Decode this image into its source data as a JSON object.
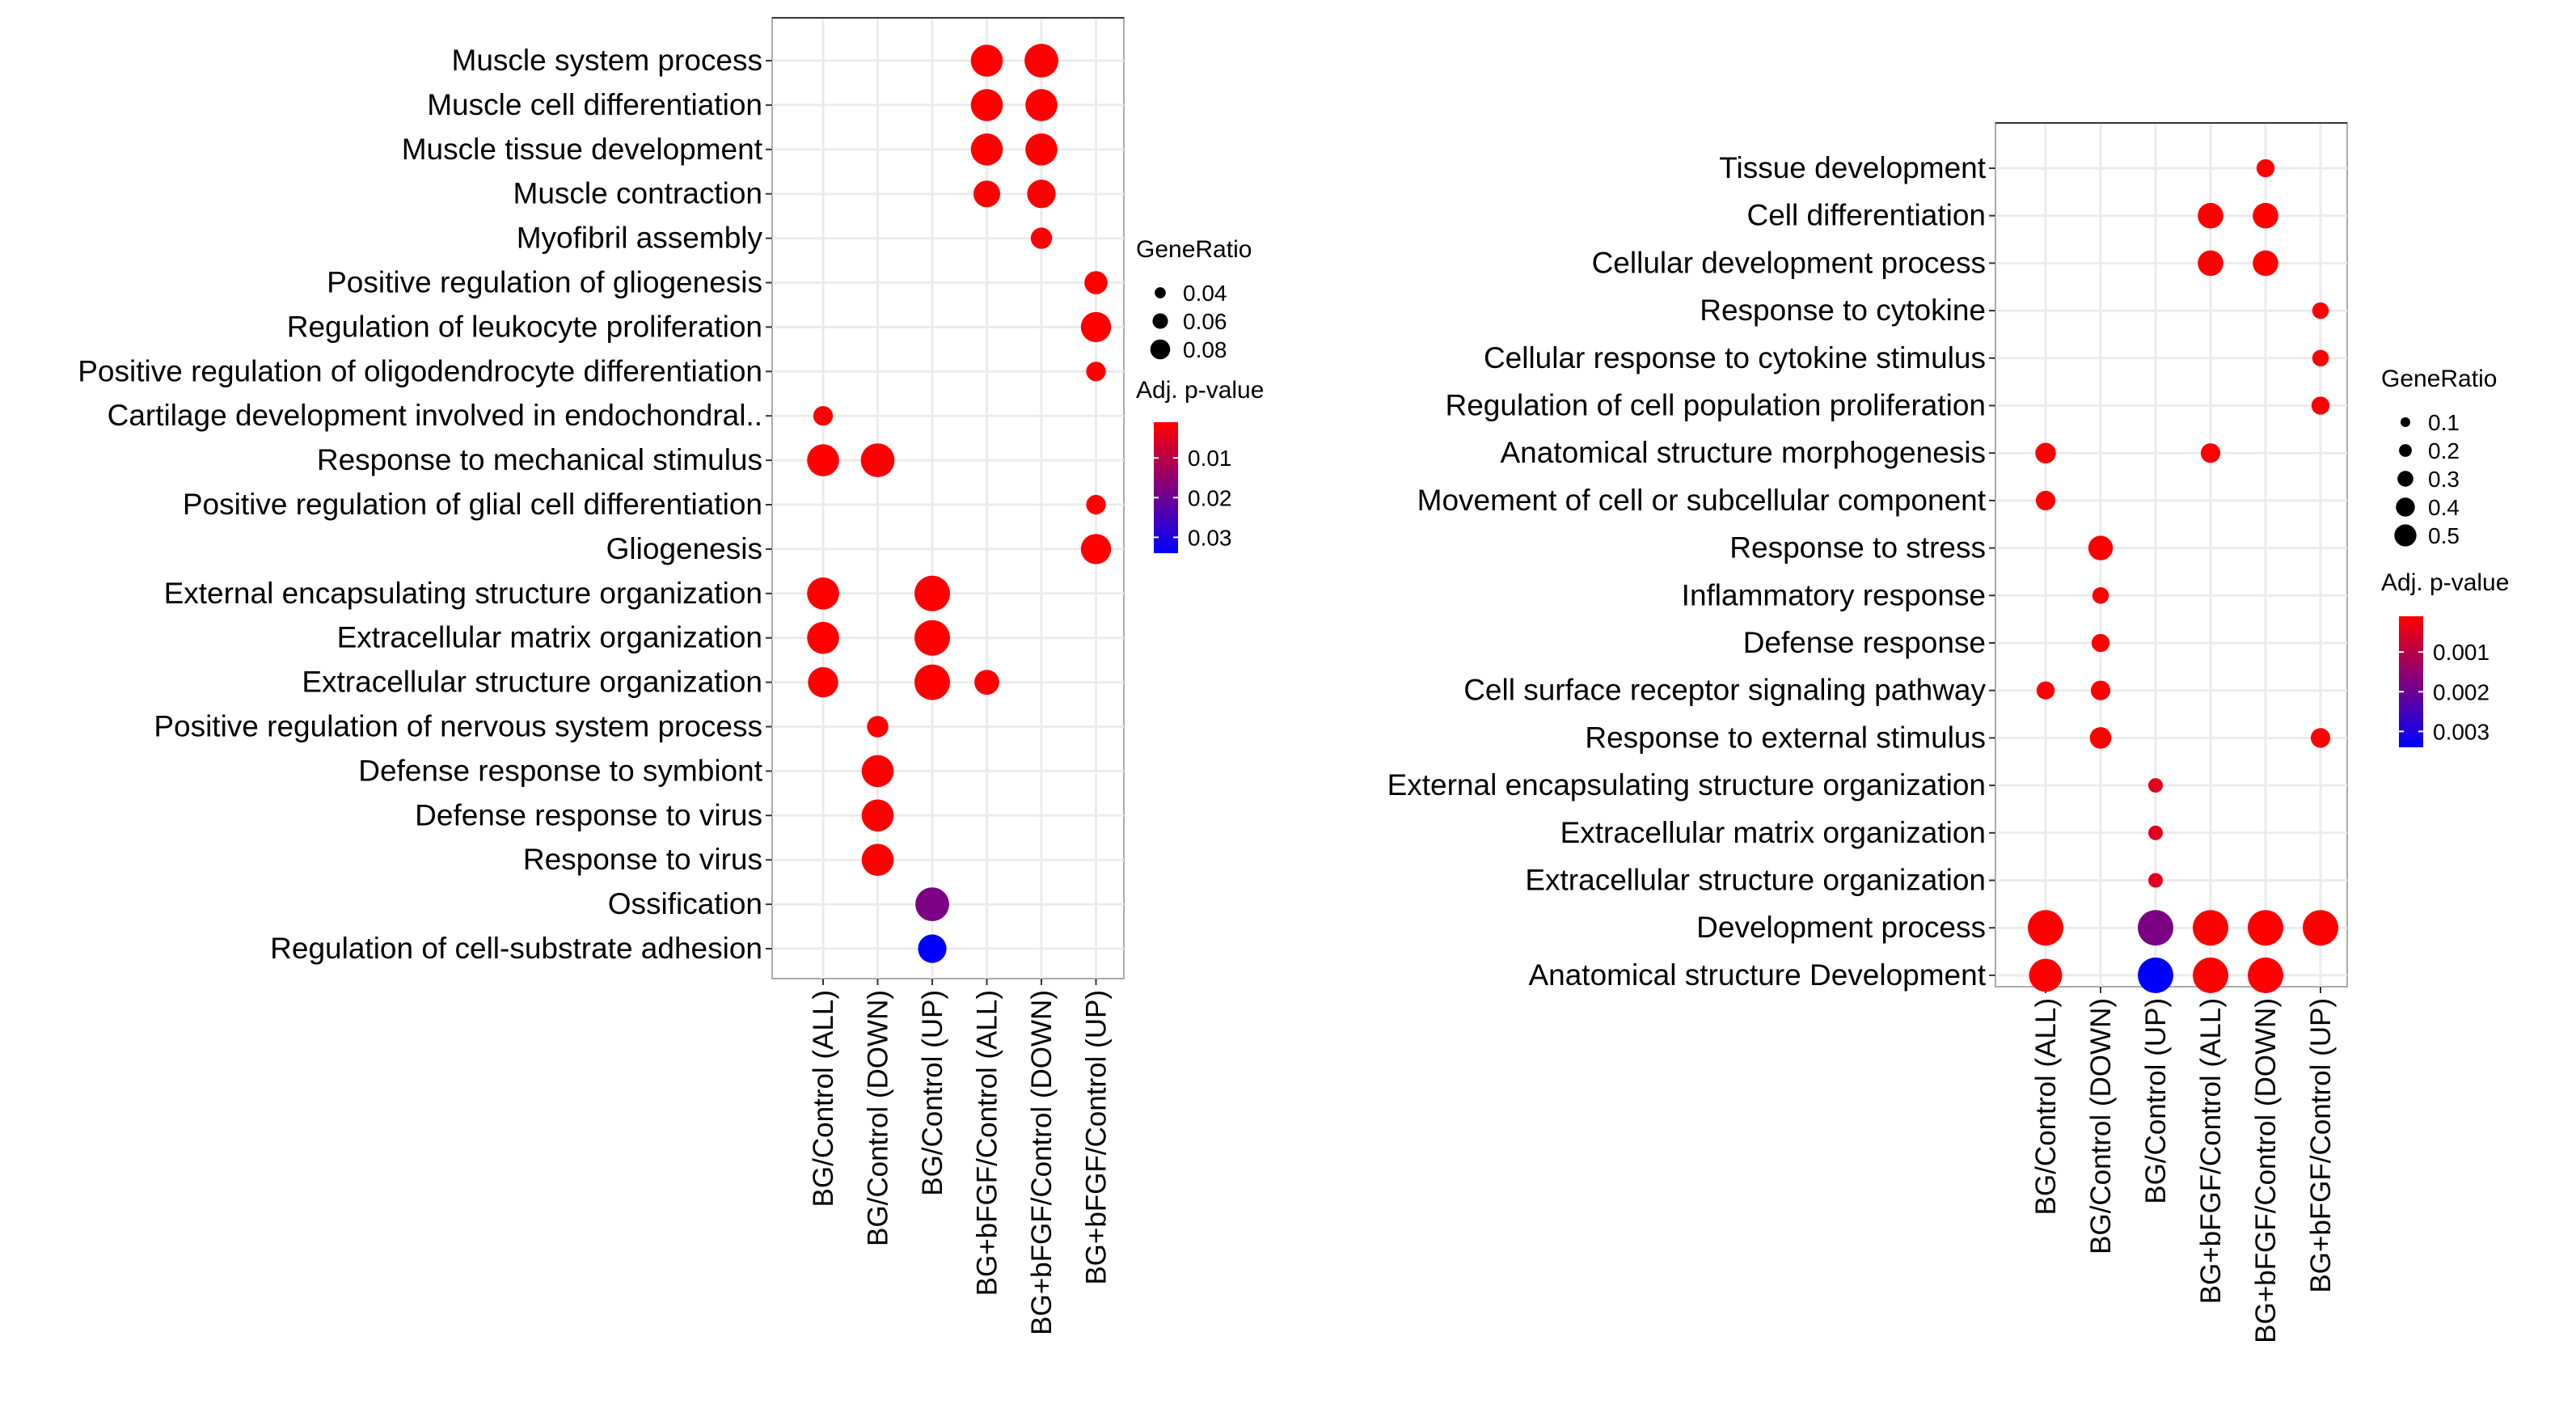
{
  "colors": {
    "low_p": "#ff0000",
    "high_p": "#0000ff",
    "panel_bg": "#ffffff",
    "grid": "#ebebeb",
    "axis": "#333333"
  },
  "chart_data": [
    {
      "type": "scatter",
      "subtype": "dotplot",
      "x": [
        "BG/Control (ALL)",
        "BG/Control (DOWN)",
        "BG/Control (UP)",
        "BG+bFGF/Control (ALL)",
        "BG+bFGF/Control (DOWN)",
        "BG+bFGF/Control (UP)"
      ],
      "y": [
        "Muscle system process",
        "Muscle cell differentiation",
        "Muscle tissue development",
        "Muscle  contraction",
        "Myofibril assembly",
        "Positive regulation of gliogenesis",
        "Regulation of leukocyte proliferation",
        "Positive regulation of oligodendrocyte differentiation",
        "Cartilage development involved in endochondral..",
        "Response to mechanical stimulus",
        "Positive regulation of glial cell differentiation",
        "Gliogenesis",
        "External encapsulating structure organization",
        "Extracellular matrix organization",
        "Extracellular structure organization",
        "Positive regulation of nervous system process",
        "Defense response to symbiont",
        "Defense response to virus",
        "Response to virus",
        "Ossification",
        "Regulation of cell-substrate adhesion"
      ],
      "points": [
        {
          "x": 3,
          "y": 0,
          "gene_ratio": 0.08,
          "p_adj": 0.001
        },
        {
          "x": 4,
          "y": 0,
          "gene_ratio": 0.085,
          "p_adj": 0.001
        },
        {
          "x": 3,
          "y": 1,
          "gene_ratio": 0.08,
          "p_adj": 0.001
        },
        {
          "x": 4,
          "y": 1,
          "gene_ratio": 0.08,
          "p_adj": 0.001
        },
        {
          "x": 3,
          "y": 2,
          "gene_ratio": 0.08,
          "p_adj": 0.001
        },
        {
          "x": 4,
          "y": 2,
          "gene_ratio": 0.08,
          "p_adj": 0.001
        },
        {
          "x": 3,
          "y": 3,
          "gene_ratio": 0.065,
          "p_adj": 0.001
        },
        {
          "x": 4,
          "y": 3,
          "gene_ratio": 0.07,
          "p_adj": 0.001
        },
        {
          "x": 4,
          "y": 4,
          "gene_ratio": 0.05,
          "p_adj": 0.001
        },
        {
          "x": 5,
          "y": 5,
          "gene_ratio": 0.055,
          "p_adj": 0.001
        },
        {
          "x": 5,
          "y": 6,
          "gene_ratio": 0.075,
          "p_adj": 0.001
        },
        {
          "x": 5,
          "y": 7,
          "gene_ratio": 0.045,
          "p_adj": 0.001
        },
        {
          "x": 0,
          "y": 8,
          "gene_ratio": 0.045,
          "p_adj": 0.001
        },
        {
          "x": 0,
          "y": 9,
          "gene_ratio": 0.08,
          "p_adj": 0.001
        },
        {
          "x": 1,
          "y": 9,
          "gene_ratio": 0.085,
          "p_adj": 0.001
        },
        {
          "x": 5,
          "y": 10,
          "gene_ratio": 0.045,
          "p_adj": 0.001
        },
        {
          "x": 5,
          "y": 11,
          "gene_ratio": 0.075,
          "p_adj": 0.001
        },
        {
          "x": 0,
          "y": 12,
          "gene_ratio": 0.08,
          "p_adj": 0.001
        },
        {
          "x": 2,
          "y": 12,
          "gene_ratio": 0.09,
          "p_adj": 0.001
        },
        {
          "x": 0,
          "y": 13,
          "gene_ratio": 0.08,
          "p_adj": 0.001
        },
        {
          "x": 2,
          "y": 13,
          "gene_ratio": 0.09,
          "p_adj": 0.001
        },
        {
          "x": 0,
          "y": 14,
          "gene_ratio": 0.075,
          "p_adj": 0.001
        },
        {
          "x": 2,
          "y": 14,
          "gene_ratio": 0.09,
          "p_adj": 0.001
        },
        {
          "x": 3,
          "y": 14,
          "gene_ratio": 0.06,
          "p_adj": 0.001
        },
        {
          "x": 1,
          "y": 15,
          "gene_ratio": 0.05,
          "p_adj": 0.001
        },
        {
          "x": 1,
          "y": 16,
          "gene_ratio": 0.08,
          "p_adj": 0.001
        },
        {
          "x": 1,
          "y": 17,
          "gene_ratio": 0.08,
          "p_adj": 0.001
        },
        {
          "x": 1,
          "y": 18,
          "gene_ratio": 0.08,
          "p_adj": 0.001
        },
        {
          "x": 2,
          "y": 19,
          "gene_ratio": 0.085,
          "p_adj": 0.018
        },
        {
          "x": 2,
          "y": 20,
          "gene_ratio": 0.07,
          "p_adj": 0.034
        }
      ],
      "legend": {
        "size_title": "GeneRatio",
        "size_breaks": [
          "0.04",
          "0.06",
          "0.08"
        ],
        "size_values": [
          0.04,
          0.06,
          0.08
        ],
        "color_title": "Adj. p-value",
        "color_breaks": [
          "0.01",
          "0.02",
          "0.03"
        ],
        "color_values": [
          0.01,
          0.02,
          0.03
        ],
        "color_range": [
          0.001,
          0.034
        ],
        "placement": "right"
      },
      "grid": true
    },
    {
      "type": "scatter",
      "subtype": "dotplot",
      "x": [
        "BG/Control (ALL)",
        "BG/Control (DOWN)",
        "BG/Control (UP)",
        "BG+bFGF/Control (ALL)",
        "BG+bFGF/Control (DOWN)",
        "BG+bFGF/Control (UP)"
      ],
      "y": [
        "Tissue development",
        "Cell differentiation",
        "Cellular development process",
        "Response to cytokine",
        "Cellular response to cytokine stimulus",
        "Regulation of cell population proliferation",
        "Anatomical structure morphogenesis",
        "Movement of cell or subcellular component",
        "Response to stress",
        "Inflammatory response",
        "Defense response",
        "Cell surface receptor signaling pathway",
        "Response to external stimulus",
        "External encapsulating structure organization",
        "Extracellular matrix organization",
        "Extracellular structure organization",
        "Development process",
        "Anatomical structure Development"
      ],
      "points": [
        {
          "x": 4,
          "y": 0,
          "gene_ratio": 0.15,
          "p_adj": 0.0001
        },
        {
          "x": 3,
          "y": 1,
          "gene_ratio": 0.3,
          "p_adj": 0.0001
        },
        {
          "x": 4,
          "y": 1,
          "gene_ratio": 0.3,
          "p_adj": 0.0001
        },
        {
          "x": 3,
          "y": 2,
          "gene_ratio": 0.3,
          "p_adj": 0.0001
        },
        {
          "x": 4,
          "y": 2,
          "gene_ratio": 0.3,
          "p_adj": 0.0001
        },
        {
          "x": 5,
          "y": 3,
          "gene_ratio": 0.12,
          "p_adj": 0.0001
        },
        {
          "x": 5,
          "y": 4,
          "gene_ratio": 0.12,
          "p_adj": 0.0001
        },
        {
          "x": 5,
          "y": 5,
          "gene_ratio": 0.15,
          "p_adj": 0.0001
        },
        {
          "x": 0,
          "y": 6,
          "gene_ratio": 0.2,
          "p_adj": 0.0001
        },
        {
          "x": 3,
          "y": 6,
          "gene_ratio": 0.18,
          "p_adj": 0.0001
        },
        {
          "x": 0,
          "y": 7,
          "gene_ratio": 0.18,
          "p_adj": 0.0001
        },
        {
          "x": 1,
          "y": 8,
          "gene_ratio": 0.28,
          "p_adj": 0.0001
        },
        {
          "x": 1,
          "y": 9,
          "gene_ratio": 0.12,
          "p_adj": 0.0001
        },
        {
          "x": 1,
          "y": 10,
          "gene_ratio": 0.15,
          "p_adj": 0.0001
        },
        {
          "x": 0,
          "y": 11,
          "gene_ratio": 0.15,
          "p_adj": 0.0001
        },
        {
          "x": 1,
          "y": 11,
          "gene_ratio": 0.18,
          "p_adj": 0.0001
        },
        {
          "x": 1,
          "y": 12,
          "gene_ratio": 0.22,
          "p_adj": 0.0001
        },
        {
          "x": 5,
          "y": 12,
          "gene_ratio": 0.18,
          "p_adj": 0.0001
        },
        {
          "x": 2,
          "y": 13,
          "gene_ratio": 0.08,
          "p_adj": 0.0005
        },
        {
          "x": 2,
          "y": 14,
          "gene_ratio": 0.08,
          "p_adj": 0.0005
        },
        {
          "x": 2,
          "y": 15,
          "gene_ratio": 0.08,
          "p_adj": 0.0005
        },
        {
          "x": 0,
          "y": 16,
          "gene_ratio": 0.5,
          "p_adj": 0.0001
        },
        {
          "x": 2,
          "y": 16,
          "gene_ratio": 0.5,
          "p_adj": 0.0018
        },
        {
          "x": 3,
          "y": 16,
          "gene_ratio": 0.5,
          "p_adj": 0.0001
        },
        {
          "x": 4,
          "y": 16,
          "gene_ratio": 0.5,
          "p_adj": 0.0001
        },
        {
          "x": 5,
          "y": 16,
          "gene_ratio": 0.5,
          "p_adj": 0.0001
        },
        {
          "x": 0,
          "y": 17,
          "gene_ratio": 0.45,
          "p_adj": 0.0001
        },
        {
          "x": 2,
          "y": 17,
          "gene_ratio": 0.5,
          "p_adj": 0.0034
        },
        {
          "x": 3,
          "y": 17,
          "gene_ratio": 0.5,
          "p_adj": 0.0001
        },
        {
          "x": 4,
          "y": 17,
          "gene_ratio": 0.5,
          "p_adj": 0.0001
        }
      ],
      "legend": {
        "size_title": "GeneRatio",
        "size_breaks": [
          "0.1",
          "0.2",
          "0.3",
          "0.4",
          "0.5"
        ],
        "size_values": [
          0.1,
          0.2,
          0.3,
          0.4,
          0.5
        ],
        "color_title": "Adj. p-value",
        "color_breaks": [
          "0.001",
          "0.002",
          "0.003"
        ],
        "color_values": [
          0.001,
          0.002,
          0.003
        ],
        "color_range": [
          0.0001,
          0.0034
        ],
        "placement": "right"
      },
      "grid": true
    }
  ]
}
